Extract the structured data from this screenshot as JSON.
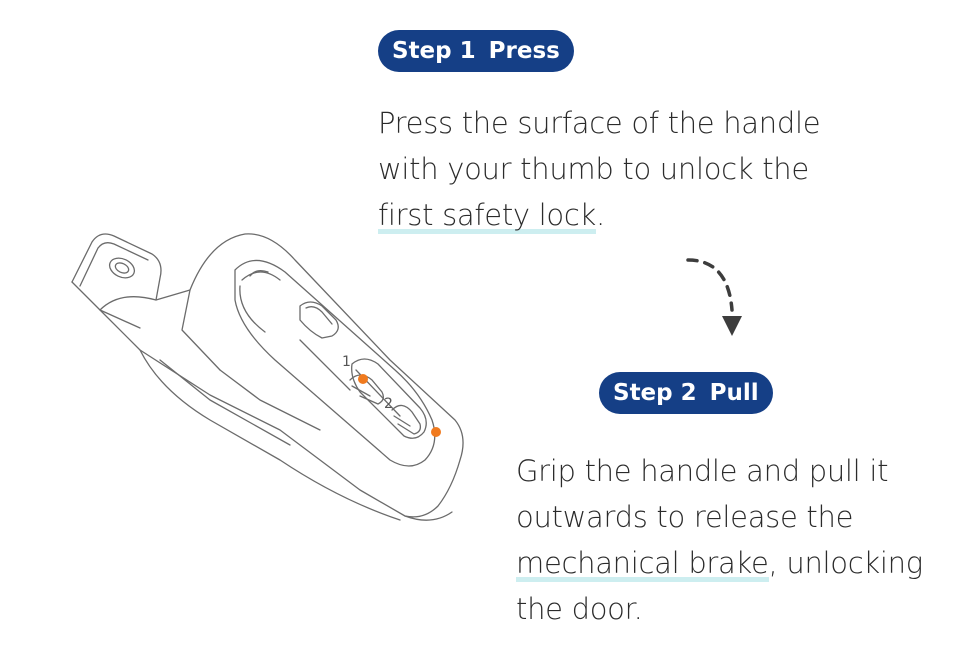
{
  "colors": {
    "pill_bg": "#153f86",
    "highlight": "#cdeef0",
    "accent_dot": "#f07a1e",
    "arrow": "#3d3d3d"
  },
  "step1": {
    "step_label": "Step 1",
    "action": "Press",
    "line1": "Press the surface of the handle",
    "line2": "with your thumb to unlock the",
    "highlight": "first safety lock",
    "line3_end": "."
  },
  "step2": {
    "step_label": "Step 2",
    "action": "Pull",
    "line1": "Grip the handle and pull it",
    "line2": "outwards to release the",
    "highlight": "mechanical brake",
    "line3_end": ", unlocking",
    "line4": "the door."
  },
  "illustration": {
    "icon": "door-handle-icon",
    "markers": [
      "1",
      "2"
    ]
  },
  "arrow_icon": "dashed-curved-arrow-icon"
}
